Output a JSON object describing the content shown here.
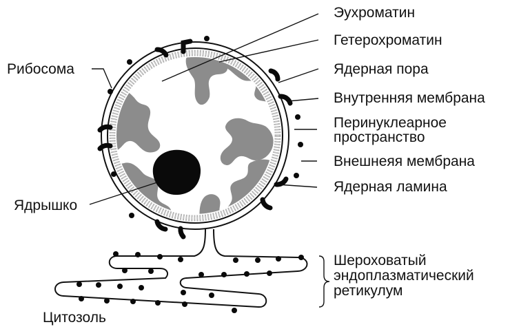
{
  "labels": {
    "euchromatin": "Эухроматин",
    "heterochromatin": "Гетерохроматин",
    "nuclear_pore": "Ядерная пора",
    "inner_membrane": "Внутренняя мембрана",
    "perinuclear_space_line1": "Перинуклеарное",
    "perinuclear_space_line2": "пространство",
    "outer_membrane": "Внешнеяя мембрана",
    "nuclear_lamina": "Ядерная ламина",
    "ribosome": "Рибосома",
    "nucleolus": "Ядрышко",
    "rough_er_line1": "Шероховатый",
    "rough_er_line2": "эндоплазматический",
    "rough_er_line3": "ретикулум",
    "cytosol": "Цитозоль"
  },
  "colors": {
    "heterochromatin": "#8c8c8c",
    "lamina": "#b5b5b5",
    "outline": "#111111",
    "nucleolus": "#0a0a0a"
  }
}
